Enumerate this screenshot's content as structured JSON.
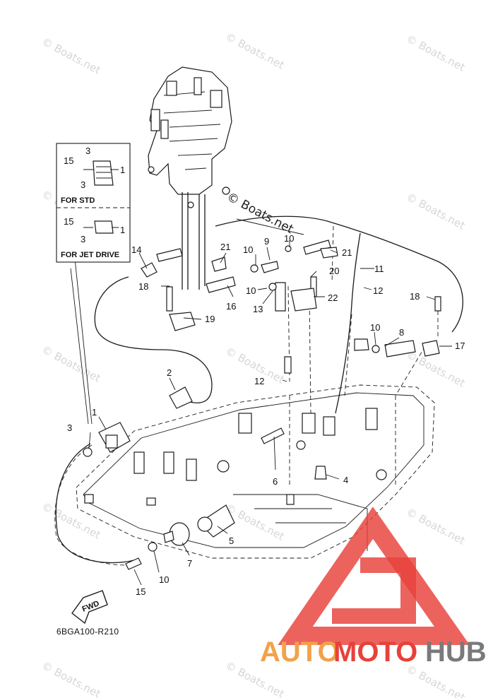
{
  "diagram": {
    "part_code": "6BGA100-R210",
    "fwd_label": "FWD",
    "inset": {
      "std_label": "FOR STD",
      "jet_label": "FOR JET DRIVE",
      "std_callouts": [
        "3",
        "15",
        "1",
        "3"
      ],
      "jet_callouts": [
        "15",
        "1",
        "3"
      ]
    },
    "callouts": [
      "1",
      "2",
      "3",
      "4",
      "5",
      "6",
      "7",
      "8",
      "9",
      "10",
      "10",
      "10",
      "10",
      "10",
      "11",
      "12",
      "12",
      "13",
      "14",
      "15",
      "16",
      "17",
      "18",
      "18",
      "19",
      "20",
      "21",
      "21",
      "22"
    ]
  },
  "watermarks": {
    "text": "© Boats.net",
    "overlay": "© Boats.net"
  },
  "logo": {
    "text_a": "AUTO",
    "text_b": "MOTO",
    "text_c": "HUB",
    "color_red": "#e8413a",
    "color_orange": "#f2a24a",
    "color_gray": "#7a7a7a"
  }
}
